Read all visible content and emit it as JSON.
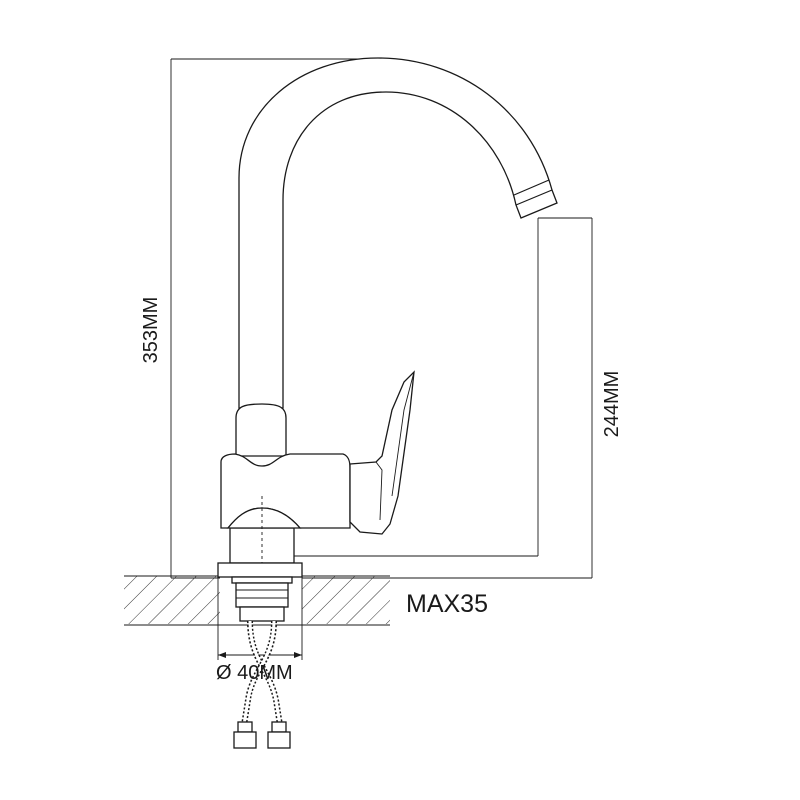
{
  "diagram": {
    "dimensions": {
      "total_height": "353MM",
      "spout_height": "244MM",
      "max_thickness": "MAX35",
      "hole_diameter": "Ø 40MM"
    }
  }
}
